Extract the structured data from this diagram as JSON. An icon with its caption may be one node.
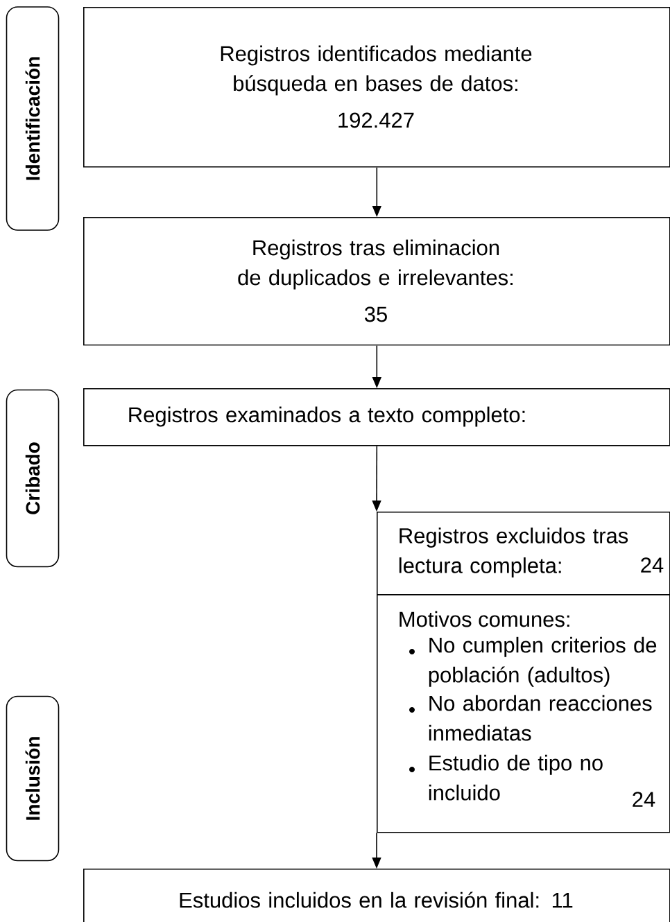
{
  "diagram": {
    "nodes": [
      {
        "text": [
          "Registros identificados mediante búsqueda en bases de datos:",
          "192.427"
        ]
      },
      {
        "text": [
          "Registros tras eliminacion de duplicados e irrelevantes:",
          "35"
        ]
      },
      {
        "text": [
          "Registros examinados a texto comppleto:"
        ]
      },
      {
        "text": [
          "Registros excluidos tras lectura completa:",
          "24"
        ]
      },
      {
        "text": [
          "Motivos comunes:",
          "No cumplen criterios de población (adultos)",
          "No abordan reacciones inmediatas",
          "Estudio de tipo no incluido",
          "24"
        ]
      },
      {
        "text": [
          "Estudios incluidos en la revisión final: 11"
        ]
      },
      {
        "text": [
          "Identificación"
        ]
      },
      {
        "text": [
          "Cribado"
        ]
      },
      {
        "text": [
          "Inclusión"
        ]
      }
    ],
    "edges": [
      {
        "from": 0,
        "to": 1,
        "arrow": "to"
      },
      {
        "from": 1,
        "to": 2,
        "arrow": "to"
      },
      {
        "from": 2,
        "to": 3,
        "arrow": "to"
      },
      {
        "from": 4,
        "to": 5,
        "arrow": "to"
      }
    ]
  }
}
